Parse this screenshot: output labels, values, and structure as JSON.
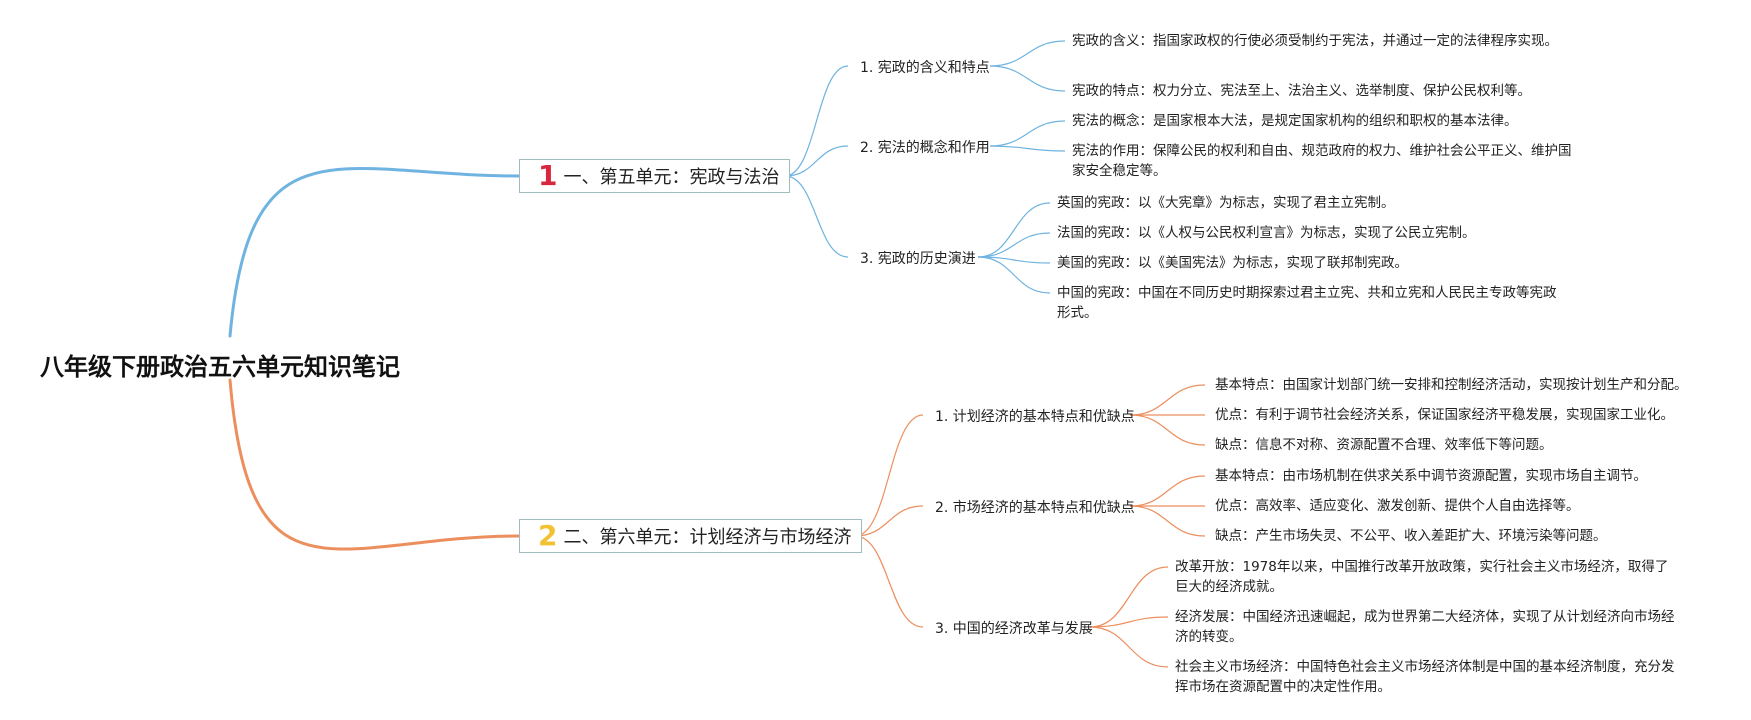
{
  "root": {
    "title": "八年级下册政治五六单元知识笔记"
  },
  "units": [
    {
      "number": "1",
      "number_color": "#d7263d",
      "branch_color": "#6fb3e0",
      "label": "一、第五单元：宪政与法治",
      "topics": [
        {
          "label": "1. 宪政的含义和特点",
          "leaves": [
            "宪政的含义：指国家政权的行使必须受制约于宪法，并通过一定的法律程序实现。",
            "宪政的特点：权力分立、宪法至上、法治主义、选举制度、保护公民权利等。"
          ]
        },
        {
          "label": "2. 宪法的概念和作用",
          "leaves": [
            "宪法的概念：是国家根本大法，是规定国家机构的组织和职权的基本法律。",
            "宪法的作用：保障公民的权利和自由、规范政府的权力、维护社会公平正义、维护国家安全稳定等。"
          ]
        },
        {
          "label": "3. 宪政的历史演进",
          "leaves": [
            "英国的宪政：以《大宪章》为标志，实现了君主立宪制。",
            "法国的宪政：以《人权与公民权利宣言》为标志，实现了公民立宪制。",
            "美国的宪政：以《美国宪法》为标志，实现了联邦制宪政。",
            "中国的宪政：中国在不同历史时期探索过君主立宪、共和立宪和人民民主专政等宪政形式。"
          ]
        }
      ]
    },
    {
      "number": "2",
      "number_color": "#f2c233",
      "branch_color": "#ec8f5e",
      "label": "二、第六单元：计划经济与市场经济",
      "topics": [
        {
          "label": "1. 计划经济的基本特点和优缺点",
          "leaves": [
            "基本特点：由国家计划部门统一安排和控制经济活动，实现按计划生产和分配。",
            "优点：有利于调节社会经济关系，保证国家经济平稳发展，实现国家工业化。",
            "缺点：信息不对称、资源配置不合理、效率低下等问题。"
          ]
        },
        {
          "label": "2. 市场经济的基本特点和优缺点",
          "leaves": [
            "基本特点：由市场机制在供求关系中调节资源配置，实现市场自主调节。",
            "优点：高效率、适应变化、激发创新、提供个人自由选择等。",
            "缺点：产生市场失灵、不公平、收入差距扩大、环境污染等问题。"
          ]
        },
        {
          "label": "3. 中国的经济改革与发展",
          "leaves": [
            "改革开放：1978年以来，中国推行改革开放政策，实行社会主义市场经济，取得了巨大的经济成就。",
            "经济发展：中国经济迅速崛起，成为世界第二大经济体，实现了从计划经济向市场经济的转变。",
            "社会主义市场经济：中国特色社会主义市场经济体制是中国的基本经济制度，充分发挥市场在资源配置中的决定性作用。"
          ]
        }
      ]
    }
  ]
}
